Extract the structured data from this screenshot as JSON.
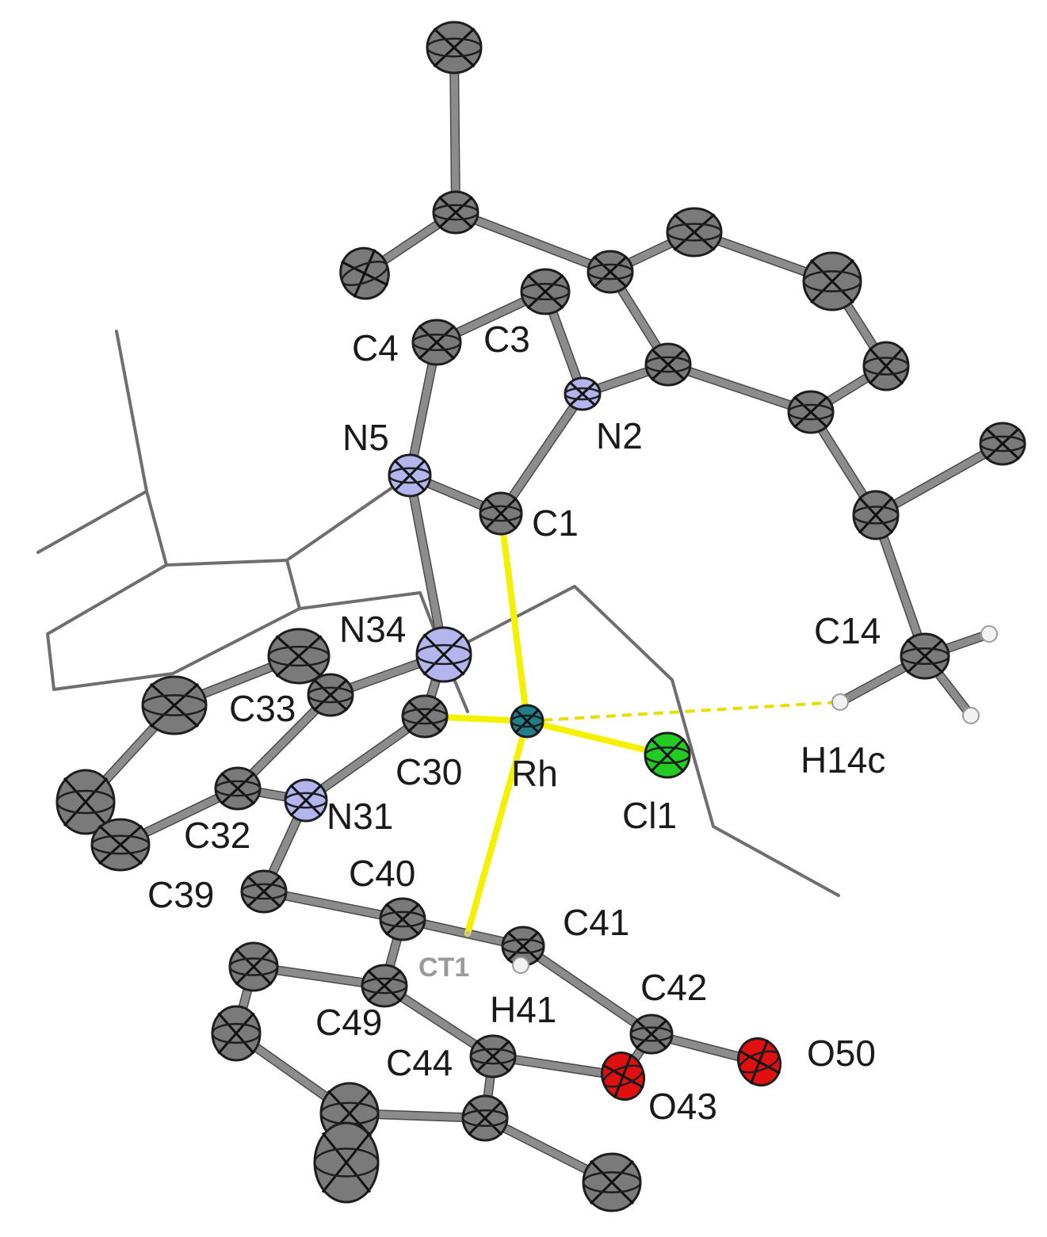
{
  "colors": {
    "carbon": "#7a7a7a",
    "nitrogen": "#b4b4ee",
    "rhodium": "#1f7f8a",
    "chlorine": "#22cc22",
    "oxygen": "#e01010",
    "hydrogen": "#f2f2f2",
    "coordination_bond": "#f5f000",
    "bond": "#8c8c8c",
    "wireframe": "#6e6e6e"
  },
  "labels": {
    "C4": "C4",
    "C3": "C3",
    "N5": "N5",
    "N2": "N2",
    "C1": "C1",
    "C14": "C14",
    "N34": "N34",
    "C33": "C33",
    "C30": "C30",
    "Rh": "Rh",
    "Cl1": "Cl1",
    "H14c": "H14c",
    "C32": "C32",
    "N31": "N31",
    "C39": "C39",
    "C40": "C40",
    "C41": "C41",
    "CT1": "CT1",
    "C42": "C42",
    "C49": "C49",
    "H41": "H41",
    "C44": "C44",
    "O50": "O50",
    "O43": "O43"
  }
}
